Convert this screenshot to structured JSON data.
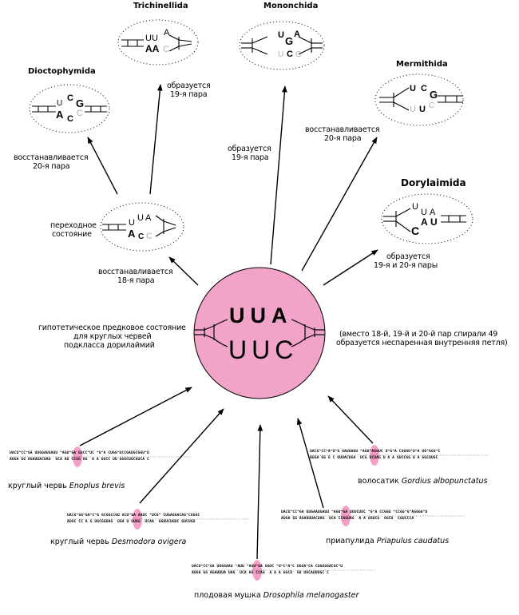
{
  "colors": {
    "central_fill": "#f2a4c8",
    "highlight_fill": "#f4a0c6",
    "line": "#000000",
    "faded_nt": "#b0b0b0"
  },
  "central": {
    "top_row": "UUA",
    "bottom_row": "UUC",
    "left_label": [
      "гипотетическое предковое состояние",
      "для круглых червей",
      "подкласса дорилаймий"
    ],
    "right_label": [
      "(вместо 18-й, 19-й и 20-й пар спирали 49",
      "образуется неспаренная внутренняя петля)"
    ]
  },
  "orders": [
    {
      "id": "trichinellida",
      "title": "Trichinellida",
      "nucleotides": {
        "top": "UU",
        "top_extra": "A",
        "bottom": "AA",
        "bottom_faded": "C"
      }
    },
    {
      "id": "mononchida",
      "title": "Mononchida",
      "nucleotides": {
        "top": "U",
        "mid": "G",
        "top_extra": "A",
        "bottom_faded_left": "U",
        "bottom": "C",
        "bottom_faded": "C"
      }
    },
    {
      "id": "dioctophymida",
      "title": "Dioctophymida",
      "nucleotides": {
        "top": "U",
        "top2": "C",
        "top3": "G",
        "bottom": "A",
        "bottom2": "C",
        "bottom_faded": "C"
      }
    },
    {
      "id": "mermithida",
      "title": "Mermithida",
      "nucleotides": {
        "top": "U",
        "top2": "C",
        "top3": "G",
        "bottom_faded_left": "U",
        "bottom": "U",
        "bottom_faded": "C"
      }
    },
    {
      "id": "dorylaimida",
      "title": "Dorylaimida",
      "nucleotides": {
        "top": "U",
        "top2": "U",
        "top3": "A",
        "bottom": "C",
        "bottom2": "A",
        "bottom3": "U"
      }
    },
    {
      "id": "transition",
      "title": "",
      "nucleotides": {
        "top": "U",
        "top2": "U",
        "top3": "A",
        "bottom": "A",
        "bottom2": "C",
        "bottom_faded": "C"
      }
    }
  ],
  "transitions": {
    "trichinellida": [
      "образуется",
      "19-я пара"
    ],
    "mononchida": [
      "образуется",
      "19-я пара"
    ],
    "dioctophymida": [
      "восстанавливается",
      "20-я пара"
    ],
    "mermithida": [
      "восстанавливается",
      "20-я пара"
    ],
    "dorylaimida": [
      "образуется",
      "19-я  и 20-я пары"
    ],
    "transition_state": [
      "переходное",
      "состояние"
    ],
    "to_transition": [
      "восстанавливается",
      "18-я пара"
    ]
  },
  "species": [
    {
      "id": "enoplus",
      "common": "круглый червь",
      "latin": "Enoplus brevis",
      "seq_top": "UACU^CC^GA UUGGAUGAUU ^AGU^GA GGCC^UC ^G^A CUGG^UCCGAUGCGGU^U",
      "seq_bot": "AUGA GG AGAUUACUAG  GCA AU CCGG AG  A A GGCC UU GGGCUGCGUCA C"
    },
    {
      "id": "desmodora",
      "common": "круглый червь",
      "latin": "Desmodora ovigera",
      "seq_top": "UACG^GG^GA^C^G GCGGCCGU ACU^GA AAUC ^UCG^ CUGAGGACAG^CGGGC",
      "seq_bot": "AUGC CC A G UGCGGUAG  UGA U UUAG  UCAA  GGUUCUGUC GUCUGU"
    },
    {
      "id": "gordius",
      "common": "волосатик",
      "latin": "Gordius albopunctatus",
      "seq_top": "UACG^CC^A^U^G GAUGAUU ^AGU^AGGUC U^G^A CGGGU^U^A UG^GGG^C",
      "seq_bot": "AUGA GG G C UUUACUGA  UCG UCUAG U A A GUCCGG U A GGCUUGC"
    },
    {
      "id": "priapulus",
      "common": "приапулида",
      "latin": "Priapulus caudatus",
      "seq_top": "UACU^CC^GA UUGAAUGAUU ^AGU^GA UUUCUUC ^G^A CCGGU ^CCGG^G^AGGGG^U",
      "seq_bot": "AUGA GG AGAUUUACUAG  UCA CCAGUAG  A A GGUCG  GGCU  CGUCCCA"
    },
    {
      "id": "drosophila",
      "common": "плодовая мушка",
      "latin": "Drosophila melanogaster",
      "seq_top": "UACU^CC^GA UUGGAAU ^AUU ^AGU^GA GGUC ^U^C^A^C UGGA^CA CUGUGGACGC^U",
      "seq_bot": "AUGA GG AGAUUUA UAG  UCA AG CCAG  A A A GGCU  GU UGCAUUUGC C"
    }
  ]
}
